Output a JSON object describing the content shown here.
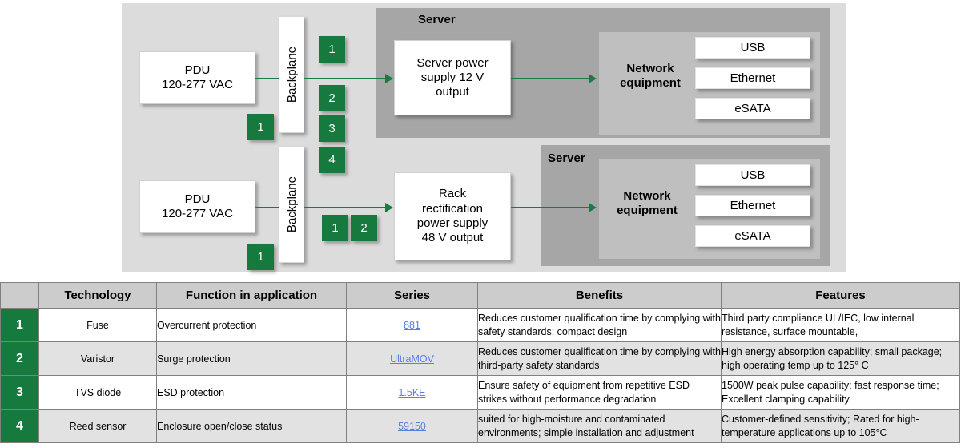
{
  "diagram": {
    "rows": [
      {
        "pdu": "PDU\n120-277 VAC",
        "pdu_line1": "PDU",
        "pdu_line2": "120-277 VAC",
        "backplane_label": "Backplane",
        "pdu_badge": "1",
        "stack_badges": [
          "1",
          "2",
          "3",
          "4"
        ],
        "psu_lines": [
          "Server power",
          "supply 12 V",
          "output"
        ],
        "server_title": "Server",
        "network_label_lines": [
          "Network",
          "equipment"
        ],
        "ports": [
          "USB",
          "Ethernet",
          "eSATA"
        ]
      },
      {
        "pdu_line1": "PDU",
        "pdu_line2": "120-277 VAC",
        "backplane_label": "Backplane",
        "pdu_badge": "1",
        "inline_badges": [
          "1",
          "2"
        ],
        "psu_lines": [
          "Rack",
          "rectification",
          "power supply",
          "48 V output"
        ],
        "server_title": "Server",
        "network_label_lines": [
          "Network",
          "equipment"
        ],
        "ports": [
          "USB",
          "Ethernet",
          "eSATA"
        ]
      }
    ]
  },
  "table": {
    "headers": [
      "",
      "Technology",
      "Function in application",
      "Series",
      "Benefits",
      "Features"
    ],
    "rows": [
      {
        "num": "1",
        "technology": "Fuse",
        "function": "Overcurrent protection",
        "series": "881",
        "benefits": "Reduces customer qualification time by complying with safety standards; compact design",
        "features": "Third party compliance UL/IEC, low internal resistance, surface mountable,"
      },
      {
        "num": "2",
        "technology": "Varistor",
        "function": "Surge protection",
        "series": "UltraMOV",
        "benefits": "Reduces customer qualification time by complying with third-party safety standards",
        "features": "High energy absorption capability; small package; high operating temp up to 125° C"
      },
      {
        "num": "3",
        "technology": "TVS diode",
        "function": "ESD protection",
        "series": "1.5KE",
        "benefits": "Ensure safety of equipment from repetitive ESD strikes  without performance degradation",
        "features": "1500W peak pulse capability; fast response time; Excellent clamping capability"
      },
      {
        "num": "4",
        "technology": "Reed sensor",
        "function": "Enclosure open/close status",
        "series": "59150",
        "benefits": "suited for high-moisture and contaminated environments; simple installation and adjustment",
        "features": "Customer-defined sensitivity; Rated for high-temperature applications up to 105°C"
      }
    ]
  },
  "colors": {
    "green": "#16793e",
    "arrow_green": "#1a7a42",
    "diagram_bg": "#dcdcdc",
    "server_bg": "#a6a6a6",
    "neteq_bg": "#bfbfbf",
    "header_bg": "#cccccc",
    "alt_row_bg": "#e2e2e2",
    "link_blue": "#5a7fe0"
  }
}
